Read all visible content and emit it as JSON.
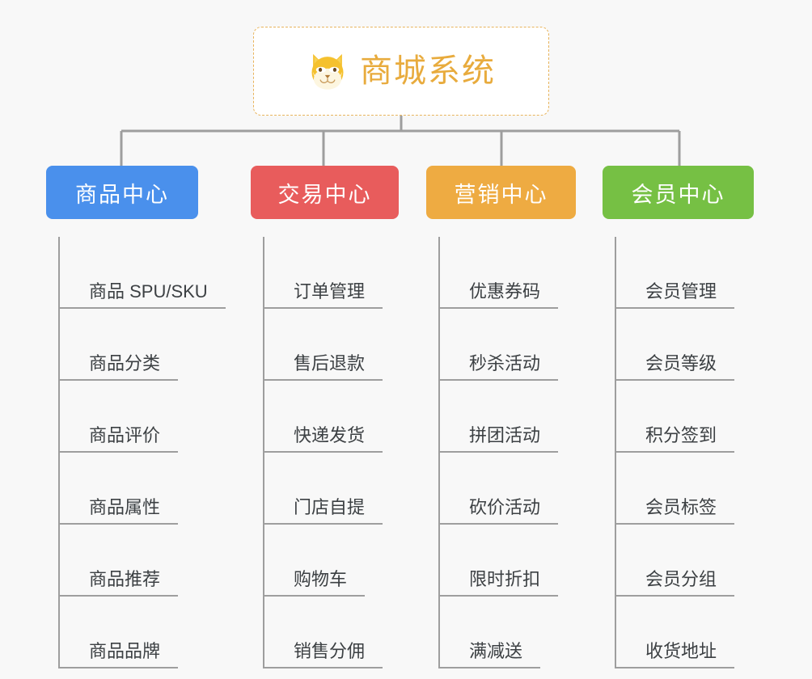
{
  "diagram": {
    "type": "mindmap",
    "background_color": "#f8f8f8",
    "root": {
      "title": "商城系统",
      "icon": "shiba-dog-face-icon",
      "title_color": "#e8ab3d",
      "border_color": "#e8b45c",
      "background_color": "#ffffff"
    },
    "connector_color": "#9e9e9e",
    "branches": [
      {
        "label": "商品中心",
        "color": "#4a90ec",
        "items": [
          "商品 SPU/SKU",
          "商品分类",
          "商品评价",
          "商品属性",
          "商品推荐",
          "商品品牌"
        ]
      },
      {
        "label": "交易中心",
        "color": "#e85c5c",
        "items": [
          "订单管理",
          "售后退款",
          "快递发货",
          "门店自提",
          "购物车",
          "销售分佣"
        ]
      },
      {
        "label": "营销中心",
        "color": "#eeab42",
        "items": [
          "优惠券码",
          "秒杀活动",
          "拼团活动",
          "砍价活动",
          "限时折扣",
          "满减送"
        ]
      },
      {
        "label": "会员中心",
        "color": "#76c044",
        "items": [
          "会员管理",
          "会员等级",
          "积分签到",
          "会员标签",
          "会员分组",
          "收货地址"
        ]
      }
    ]
  }
}
